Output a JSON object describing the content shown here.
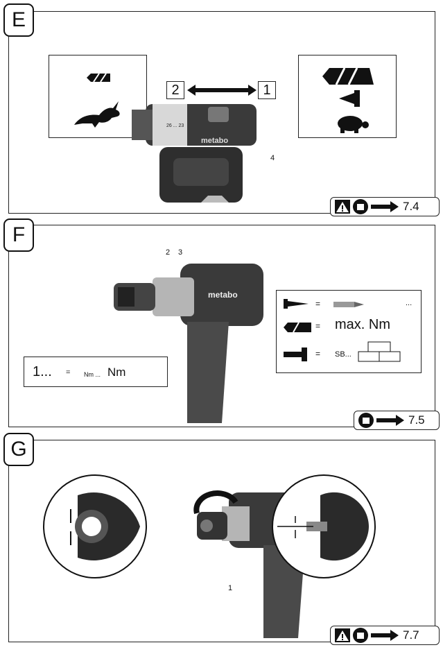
{
  "panels": {
    "e": {
      "letter": "E",
      "ref": "7.4",
      "gear_left": "2",
      "gear_right": "1",
      "callout": "4",
      "brand": "metabo",
      "ring_marks": "26 ... 23"
    },
    "f": {
      "letter": "F",
      "ref": "7.5",
      "callout_2": "2",
      "callout_3": "3",
      "brand": "metabo",
      "torque_left": "1...",
      "torque_eq": "=",
      "torque_unit_small": "Nm ...",
      "torque_unit": "Nm",
      "legend": {
        "row1_eq": "=",
        "row1_tail": "...",
        "row2_eq": "=",
        "row2_text": "max. Nm",
        "row3_eq": "=",
        "row3_text": "SB..."
      }
    },
    "g": {
      "letter": "G",
      "ref": "7.7",
      "callout": "1"
    }
  },
  "icons": [
    "warning-icon",
    "read-manual-icon",
    "arrow-right-icon",
    "rabbit-icon",
    "turtle-icon",
    "drill-bit-icon",
    "screw-icon",
    "screwdriver-bit-icon",
    "masonry-drill-icon"
  ],
  "colors": {
    "ink": "#111111",
    "tool_body": "#3a3a3a",
    "tool_light": "#9a9a9a"
  }
}
